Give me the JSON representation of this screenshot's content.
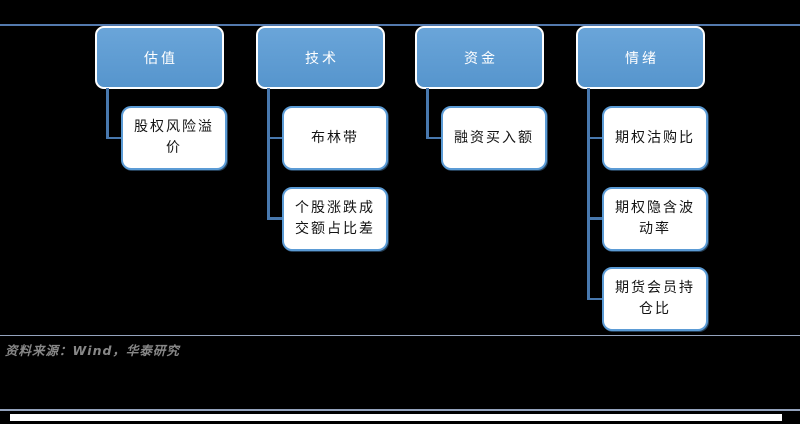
{
  "figure": {
    "columns": [
      {
        "header": "估值",
        "children": [
          "股权风险溢价"
        ]
      },
      {
        "header": "技术",
        "children": [
          "布林带",
          "个股涨跌成交额占比差"
        ]
      },
      {
        "header": "资金",
        "children": [
          "融资买入额"
        ]
      },
      {
        "header": "情绪",
        "children": [
          "期权沽购比",
          "期权隐含波动率",
          "期货会员持仓比"
        ]
      }
    ],
    "source_note": "资料来源：Wind，华泰研究",
    "colors": {
      "background": "#000000",
      "header_fill": "#5695cd",
      "header_fill_light": "#6aa5d9",
      "header_text": "#ffffff",
      "child_fill": "#ffffff",
      "child_border": "#5b9bd5",
      "child_text": "#141414",
      "connector": "#4878ae",
      "top_rule": "#5379ad",
      "bottom_rule": "#94a3bd",
      "footer_bar": "#ffffff",
      "source_text": "#878787"
    }
  }
}
